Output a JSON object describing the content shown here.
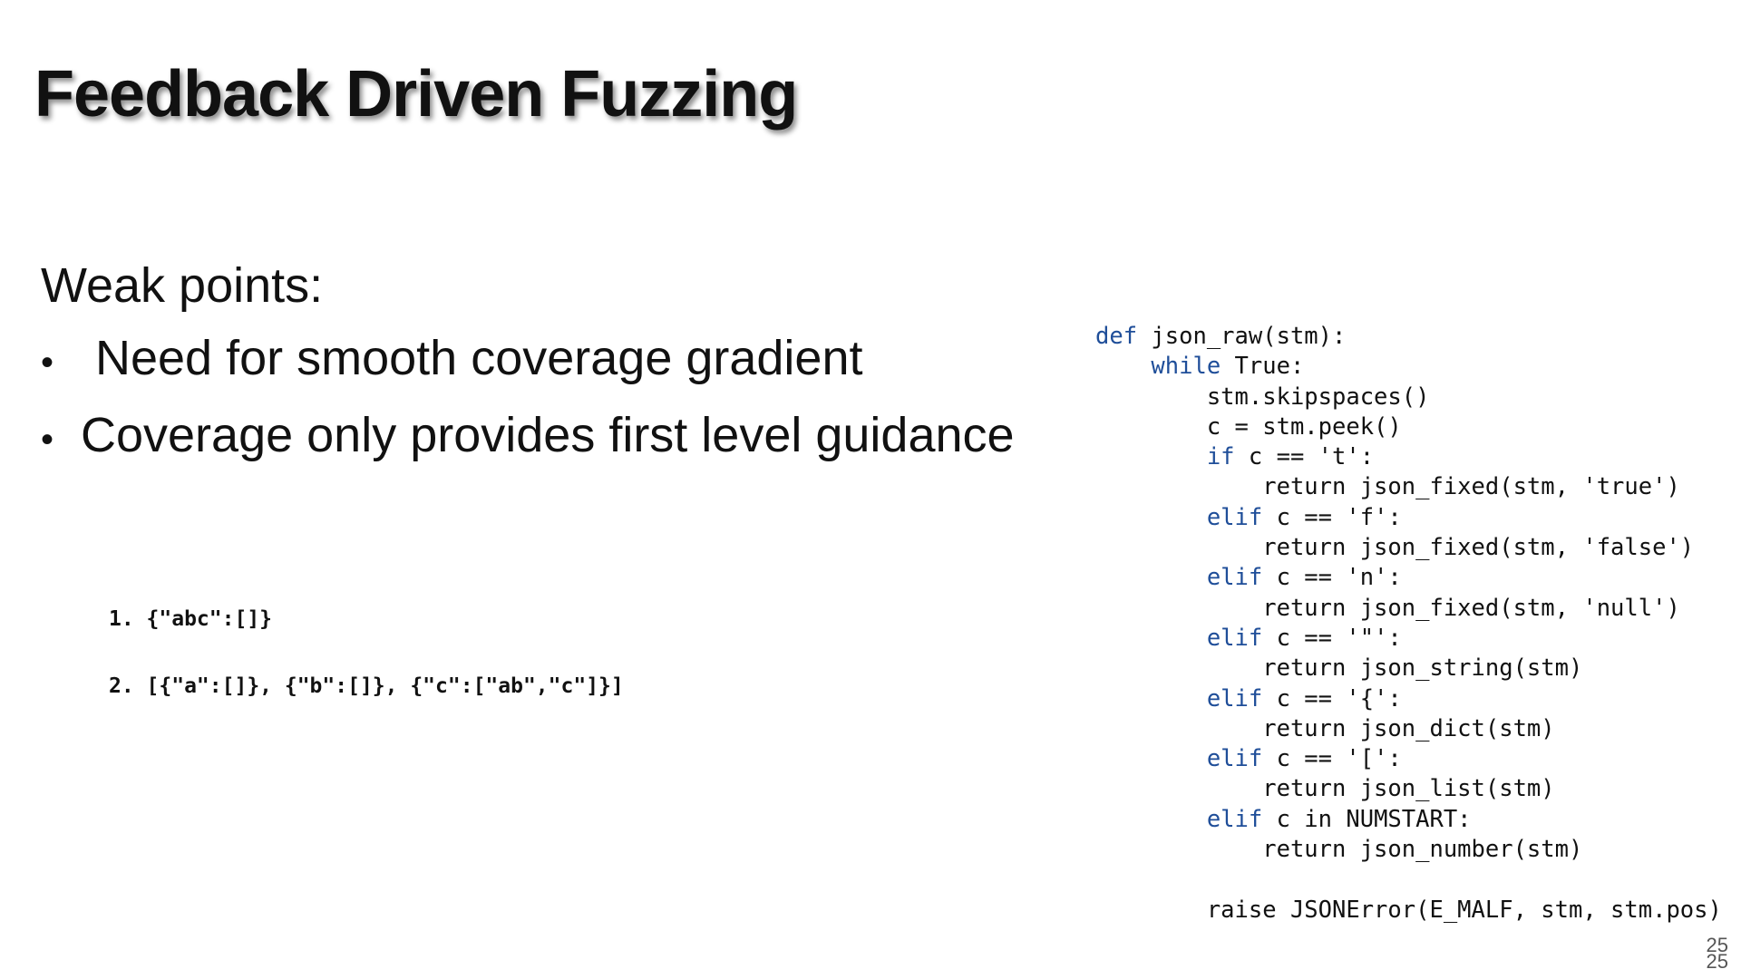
{
  "slide": {
    "title": "Feedback Driven Fuzzing",
    "heading": "Weak points:",
    "bullets": [
      "Need for smooth coverage gradient",
      "Coverage only provides first level guidance"
    ],
    "bullet_symbol": "•",
    "examples": [
      "1. {\"abc\":[]}",
      "2. [{\"a\":[]}, {\"b\":[]}, {\"c\":[\"ab\",\"c\"]}]"
    ],
    "page_number": "25",
    "page_number_shadow": "25"
  },
  "code": {
    "keyword_color": "#1f4e99",
    "lines": [
      {
        "indent": "",
        "kw": "def",
        "rest": " json_raw(stm):"
      },
      {
        "indent": "    ",
        "kw": "while",
        "rest": " True:"
      },
      {
        "indent": "        ",
        "kw": "",
        "rest": "stm.skipspaces()"
      },
      {
        "indent": "        ",
        "kw": "",
        "rest": "c = stm.peek()"
      },
      {
        "indent": "        ",
        "kw": "if",
        "rest": " c == 't':"
      },
      {
        "indent": "            ",
        "kw": "",
        "rest": "return json_fixed(stm, 'true')"
      },
      {
        "indent": "        ",
        "kw": "elif",
        "rest": " c == 'f':"
      },
      {
        "indent": "            ",
        "kw": "",
        "rest": "return json_fixed(stm, 'false')"
      },
      {
        "indent": "        ",
        "kw": "elif",
        "rest": " c == 'n':"
      },
      {
        "indent": "            ",
        "kw": "",
        "rest": "return json_fixed(stm, 'null')"
      },
      {
        "indent": "        ",
        "kw": "elif",
        "rest": " c == '\"':"
      },
      {
        "indent": "            ",
        "kw": "",
        "rest": "return json_string(stm)"
      },
      {
        "indent": "        ",
        "kw": "elif",
        "rest": " c == '{':"
      },
      {
        "indent": "            ",
        "kw": "",
        "rest": "return json_dict(stm)"
      },
      {
        "indent": "        ",
        "kw": "elif",
        "rest": " c == '[':"
      },
      {
        "indent": "            ",
        "kw": "",
        "rest": "return json_list(stm)"
      },
      {
        "indent": "        ",
        "kw": "elif",
        "rest": " c in NUMSTART:"
      },
      {
        "indent": "            ",
        "kw": "",
        "rest": "return json_number(stm)"
      },
      {
        "indent": "",
        "kw": "",
        "rest": ""
      },
      {
        "indent": "        ",
        "kw": "",
        "rest": "raise JSONError(E_MALF, stm, stm.pos)"
      }
    ]
  }
}
